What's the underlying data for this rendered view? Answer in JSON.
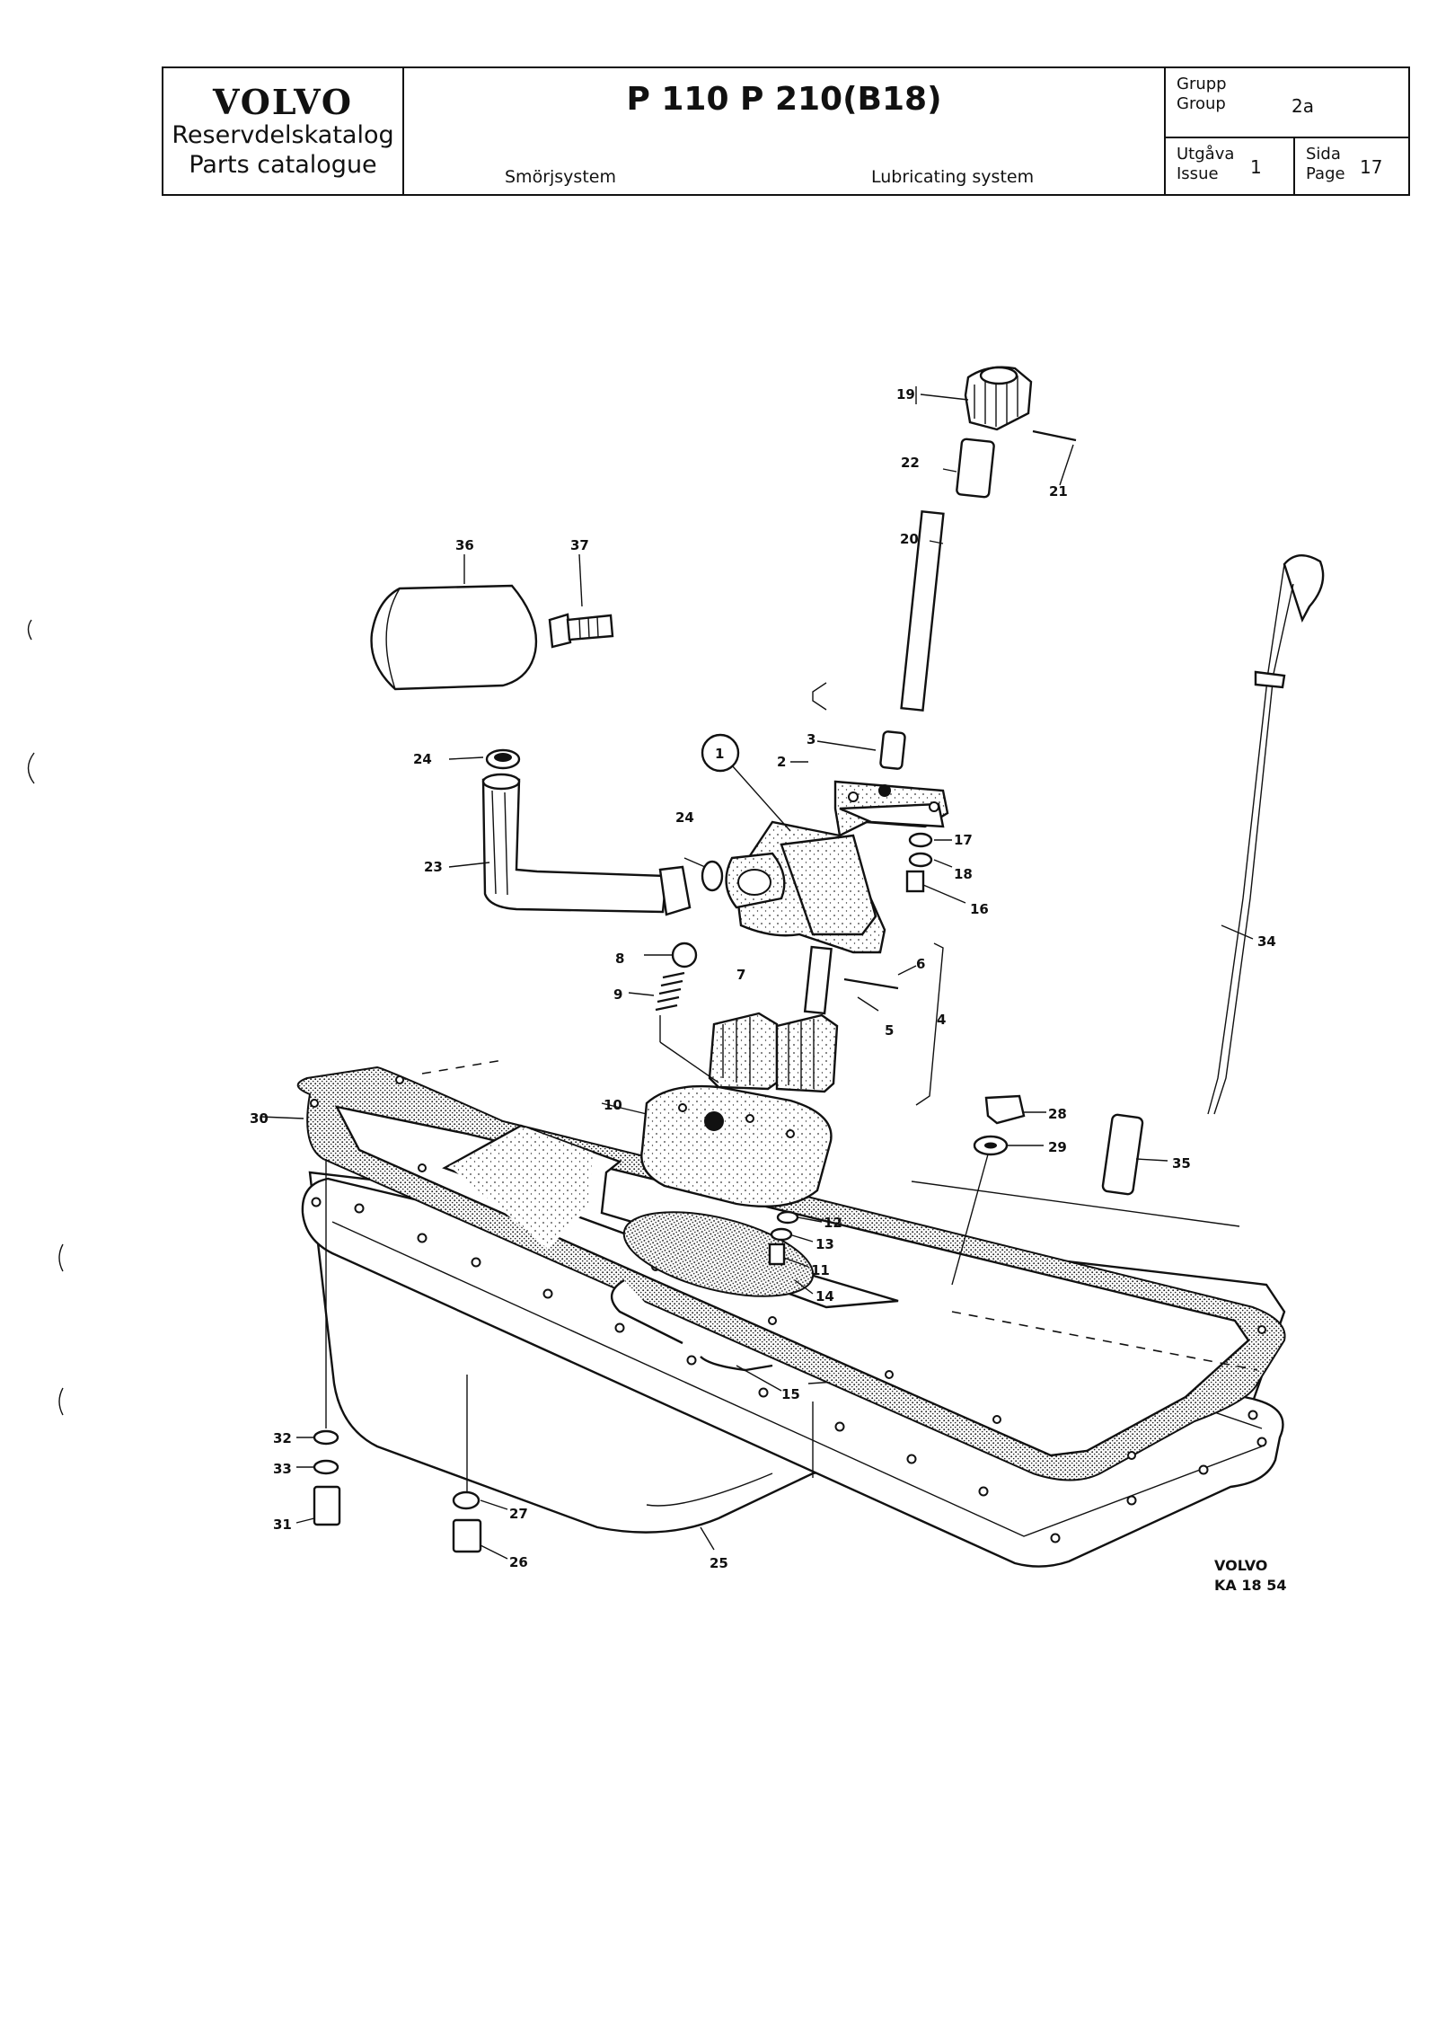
{
  "header": {
    "brand": "VOLVO",
    "catalog_sv": "Reservdelskatalog",
    "catalog_en": "Parts catalogue",
    "model": "P 110  P 210(B18)",
    "section_sv": "Smörjsystem",
    "section_en": "Lubricating system",
    "group_label_sv": "Grupp",
    "group_label_en": "Group",
    "group_value": "2a",
    "issue_label_sv": "Utgåva",
    "issue_label_en": "Issue",
    "issue_value": "1",
    "page_label_sv": "Sida",
    "page_label_en": "Page",
    "page_value": "17"
  },
  "diagram": {
    "callouts": [
      "1",
      "2",
      "3",
      "4",
      "5",
      "6",
      "7",
      "8",
      "9",
      "10",
      "11",
      "12",
      "13",
      "14",
      "15",
      "16",
      "17",
      "18",
      "19",
      "20",
      "21",
      "22",
      "23",
      "24",
      "24",
      "25",
      "26",
      "27",
      "28",
      "29",
      "30",
      "31",
      "32",
      "33",
      "34",
      "35",
      "36",
      "37"
    ],
    "ref_brand": "VOLVO",
    "ref_code": "KA 18 54"
  }
}
